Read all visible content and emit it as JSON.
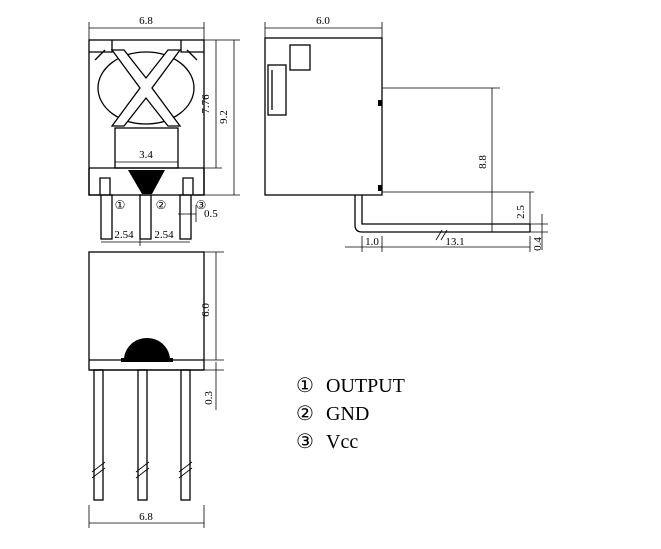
{
  "front_view": {
    "width_top": "6.8",
    "height_body": "7.76",
    "height_total": "9.2",
    "inner_width": "3.4",
    "pitch_left": "2.54",
    "pitch_right": "2.54",
    "lead_offset": "0.5",
    "pin_labels": [
      "①",
      "②",
      "③"
    ]
  },
  "side_view": {
    "width": "6.0",
    "height": "8.8",
    "lead_height": "2.5",
    "lead_thickness": "0.4",
    "offset": "1.0",
    "lead_length": "13.1"
  },
  "bottom_view": {
    "height": "6.0",
    "lead_step": "0.3",
    "width": "6.8"
  },
  "legend": [
    {
      "symbol": "①",
      "label": "OUTPUT"
    },
    {
      "symbol": "②",
      "label": "GND"
    },
    {
      "symbol": "③",
      "label": "Vcc"
    }
  ]
}
